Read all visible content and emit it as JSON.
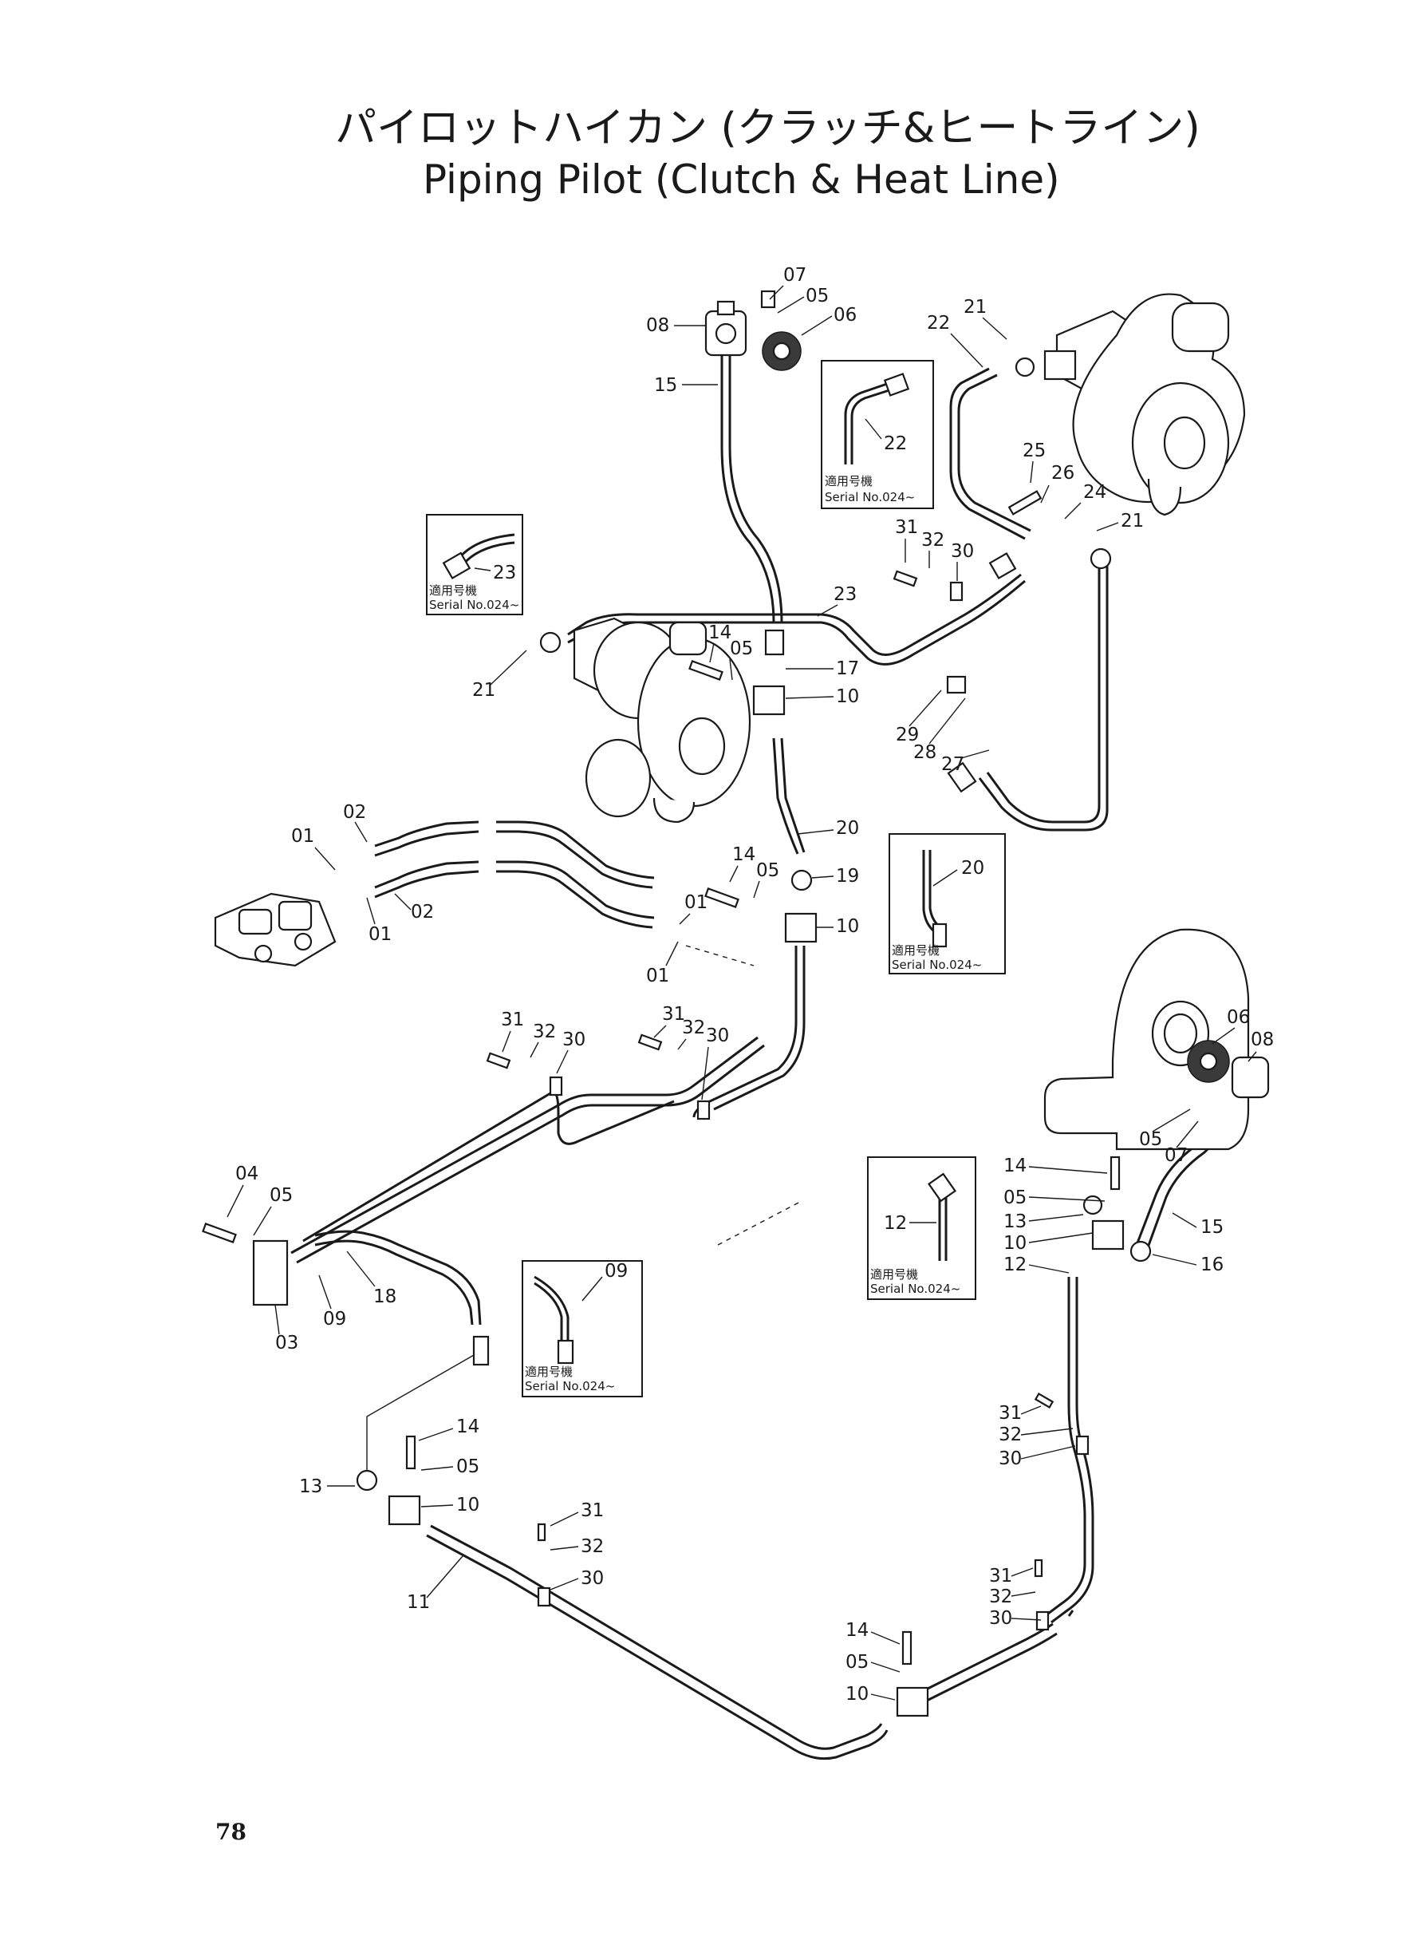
{
  "title": {
    "jp": "パイロットハイカン (クラッチ&ヒートライン)",
    "en": "Piping Pilot (Clutch & Heat Line)"
  },
  "page_number": "78",
  "serial_boxes": [
    {
      "part": "22",
      "jp": "適用号機",
      "en": "Serial No.024~"
    },
    {
      "part": "23",
      "jp": "適用号機",
      "en": "Serial No.024~"
    },
    {
      "part": "20",
      "jp": "適用号機",
      "en": "Serial No.024~"
    },
    {
      "part": "12",
      "jp": "適用号機",
      "en": "Serial No.024~"
    },
    {
      "part": "09",
      "jp": "適用号機",
      "en": "Serial No.024~"
    }
  ],
  "callouts": [
    "07",
    "05",
    "06",
    "08",
    "15",
    "21",
    "22",
    "25",
    "26",
    "24",
    "21",
    "31",
    "32",
    "30",
    "23",
    "14",
    "05",
    "17",
    "10",
    "21",
    "29",
    "28",
    "27",
    "02",
    "01",
    "01",
    "02",
    "01",
    "01",
    "14",
    "05",
    "19",
    "20",
    "10",
    "01",
    "31",
    "32",
    "30",
    "31",
    "32",
    "30",
    "04",
    "05",
    "03",
    "09",
    "18",
    "06",
    "08",
    "05",
    "07",
    "14",
    "05",
    "13",
    "10",
    "12",
    "15",
    "16",
    "14",
    "05",
    "13",
    "10",
    "31",
    "32",
    "30",
    "11",
    "31",
    "32",
    "30",
    "31",
    "32",
    "30",
    "14",
    "05",
    "10"
  ]
}
